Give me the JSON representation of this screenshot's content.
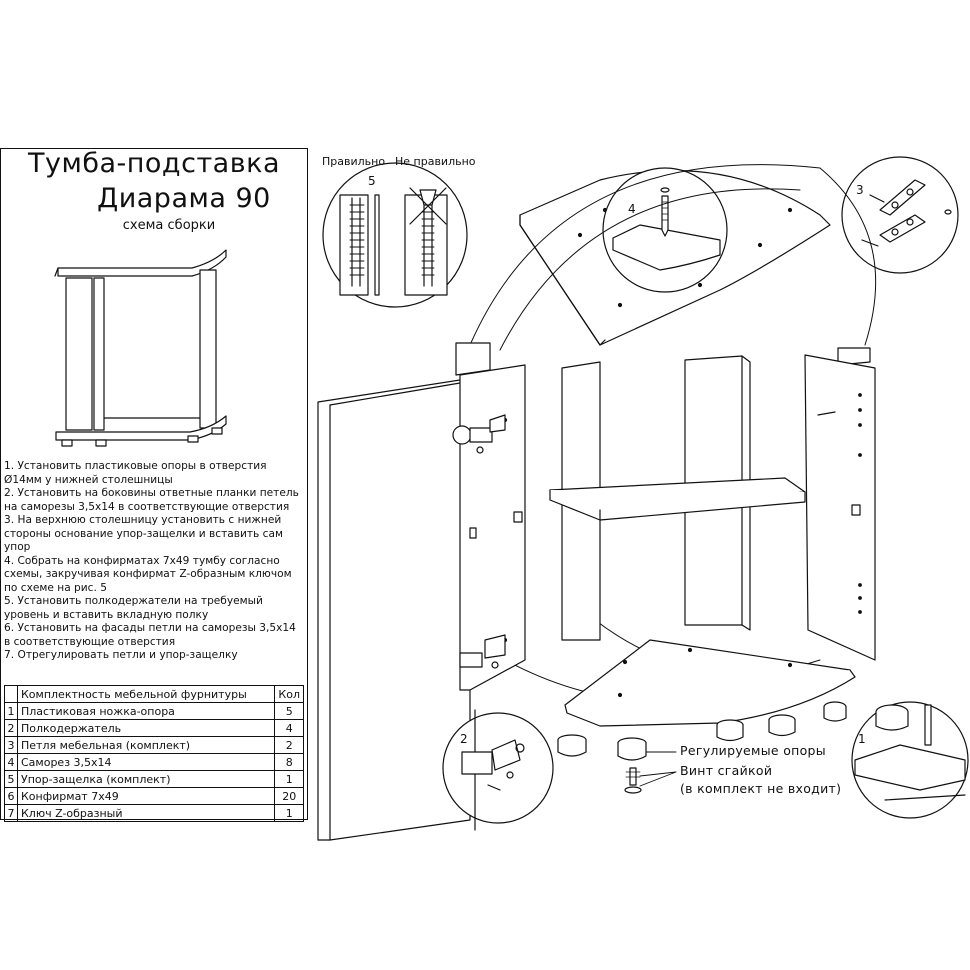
{
  "title": {
    "line1": "Тумба-подставка",
    "line2": "Диарама 90",
    "subtitle": "схема сборки"
  },
  "steps": [
    "1. Установить пластиковые опоры в отверстия Ø14мм у нижней столешницы",
    "2. Установить на боковины ответные планки петель на саморезы 3,5х14 в соответствующие отверстия",
    "3. На верхнюю столешницу установить с нижней стороны основание упор-защелки и вставить сам упор",
    "4. Собрать на конфирматах 7х49 тумбу согласно схемы, закручивая конфирмат Z-образным ключом по схеме на рис. 5",
    "5. Установить полкодержатели на требуемый уровень и вставить вкладную полку",
    "6. Установить на фасады петли на саморезы 3,5х14 в соответствующие отверстия",
    "7. Отрегулировать петли и упор-защелку"
  ],
  "kit": {
    "header": {
      "name": "Комплектность мебельной фурнитуры",
      "qty": "Кол"
    },
    "rows": [
      {
        "n": "1",
        "name": "Пластиковая ножка-опора",
        "qty": "5"
      },
      {
        "n": "2",
        "name": "Полкодержатель",
        "qty": "4"
      },
      {
        "n": "3",
        "name": "Петля мебельная (комплект)",
        "qty": "2"
      },
      {
        "n": "4",
        "name": "Саморез 3,5х14",
        "qty": "8"
      },
      {
        "n": "5",
        "name": "Упор-защелка (комплект)",
        "qty": "1"
      },
      {
        "n": "6",
        "name": "Конфирмат 7х49",
        "qty": "20"
      },
      {
        "n": "7",
        "name": "Ключ Z-образный",
        "qty": "1"
      }
    ]
  },
  "callouts": {
    "correct": "Правильно",
    "incorrect": "Не правильно",
    "detail_1": "1",
    "detail_2": "2",
    "detail_3": "3",
    "detail_4": "4",
    "detail_5": "5",
    "adjustable_feet": "Регулируемые опоры",
    "screw_nut": "Винт сгайкой",
    "not_included": "(в комплект не входит)"
  }
}
